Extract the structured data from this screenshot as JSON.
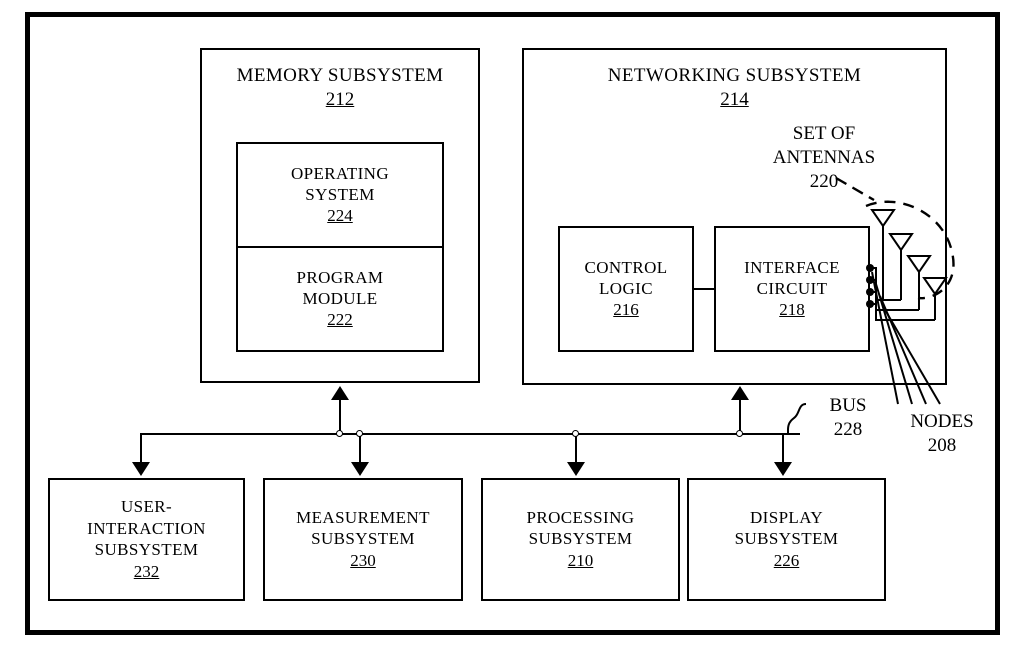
{
  "figure": {
    "type": "patent-block-diagram",
    "boxes": {
      "memory": {
        "title": "MEMORY SUBSYSTEM",
        "number": "212"
      },
      "operating_system": {
        "title_line1": "OPERATING",
        "title_line2": "SYSTEM",
        "number": "224"
      },
      "program_module": {
        "title_line1": "PROGRAM",
        "title_line2": "MODULE",
        "number": "222"
      },
      "networking": {
        "title": "NETWORKING SUBSYSTEM",
        "number": "214"
      },
      "control_logic": {
        "title_line1": "CONTROL",
        "title_line2": "LOGIC",
        "number": "216"
      },
      "interface_circuit": {
        "title_line1": "INTERFACE",
        "title_line2": "CIRCUIT",
        "number": "218"
      },
      "user_interaction": {
        "title_line1": "USER-",
        "title_line2": "INTERACTION",
        "title_line3": "SUBSYSTEM",
        "number": "232"
      },
      "measurement": {
        "title_line1": "MEASUREMENT",
        "title_line2": "SUBSYSTEM",
        "number": "230"
      },
      "processing": {
        "title_line1": "PROCESSING",
        "title_line2": "SUBSYSTEM",
        "number": "210"
      },
      "display": {
        "title_line1": "DISPLAY",
        "title_line2": "SUBSYSTEM",
        "number": "226"
      }
    },
    "callouts": {
      "antennas": {
        "line1": "SET OF",
        "line2": "ANTENNAS",
        "number": "220"
      },
      "bus": {
        "line1": "BUS",
        "number": "228"
      },
      "nodes": {
        "line1": "NODES",
        "number": "208"
      }
    },
    "colors": {
      "ink": "#000000",
      "paper": "#ffffff",
      "shadow": "#cfcfcf"
    },
    "antenna_count": 4,
    "node_count": 4
  }
}
